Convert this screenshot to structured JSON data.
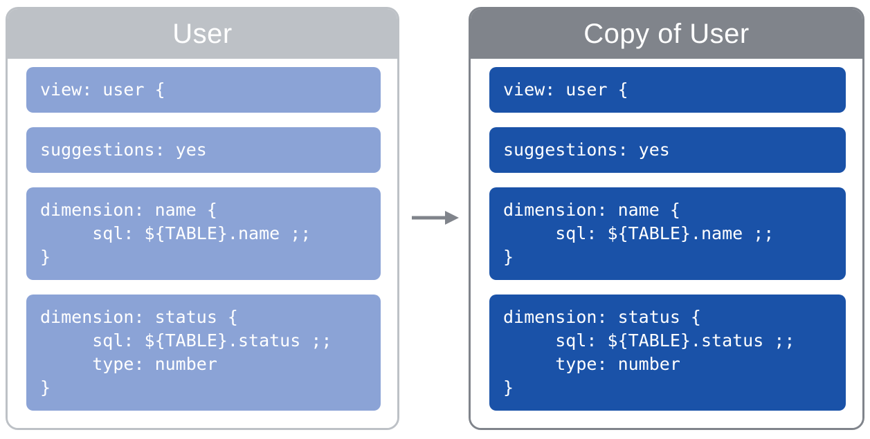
{
  "left_panel": {
    "title": "User",
    "blocks": [
      {
        "code": "view: user {"
      },
      {
        "code": "suggestions: yes"
      },
      {
        "code": "dimension: name {\n     sql: ${TABLE}.name ;;\n}"
      },
      {
        "code": "dimension: status {\n     sql: ${TABLE}.status ;;\n     type: number\n}"
      }
    ]
  },
  "right_panel": {
    "title": "Copy of User",
    "blocks": [
      {
        "code": "view: user {"
      },
      {
        "code": "suggestions: yes"
      },
      {
        "code": "dimension: name {\n     sql: ${TABLE}.name ;;\n}"
      },
      {
        "code": "dimension: status {\n     sql: ${TABLE}.status ;;\n     type: number\n}"
      }
    ]
  },
  "arrow": {
    "icon": "right-arrow",
    "direction": "left-to-right"
  },
  "colors": {
    "left_header_bg": "#BDC1C6",
    "left_block_bg": "#8BA3D6",
    "right_header_bg": "#80848B",
    "right_block_bg": "#1A52A8",
    "panel_bg": "#FFFFFF",
    "code_text": "#FFFFFF",
    "arrow": "#80848B"
  }
}
